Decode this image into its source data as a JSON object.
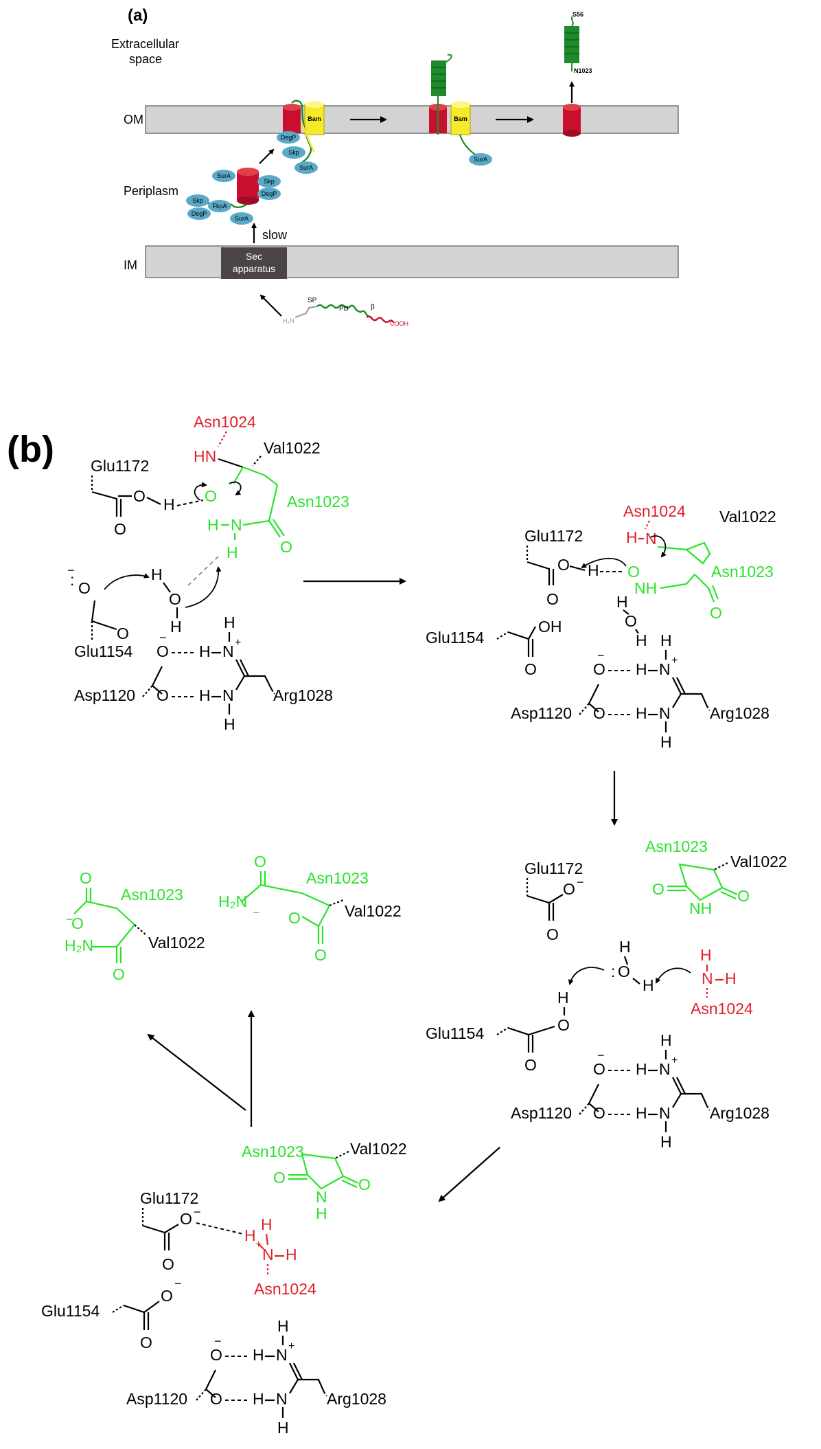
{
  "panel_a": {
    "label": "(a)",
    "regions": {
      "extracellular_line1": "Extracellular",
      "extracellular_line2": "space",
      "om": "OM",
      "periplasm": "Periplasm",
      "im": "IM"
    },
    "sec_line1": "Sec",
    "sec_line2": "apparatus",
    "slow": "slow",
    "chaperones": {
      "skp": "Skp",
      "degp": "DegP",
      "sura": "SurA",
      "fkpa": "FkpA",
      "bam": "Bam"
    },
    "protein": {
      "h2n": "H₂N",
      "sp": "SP",
      "pd": "PD",
      "beta": "β",
      "cooh": "COOH"
    },
    "s56": "S56",
    "n1023": "N1023"
  },
  "panel_b": {
    "label": "(b)",
    "residues": {
      "asn1024": "Asn1024",
      "asn1023": "Asn1023",
      "val1022": "Val1022",
      "glu1172": "Glu1172",
      "glu1154": "Glu1154",
      "asp1120": "Asp1120",
      "arg1028": "Arg1028"
    },
    "atoms": {
      "O": "O",
      "H": "H",
      "N": "N",
      "HN": "HN",
      "NH": "NH",
      "OH": "OH",
      "H2N": "H₂N",
      "minus": "−",
      "plus": "+"
    }
  },
  "colors": {
    "green": "#29e329",
    "red": "#e0202a",
    "membrane": "#d3d3d3",
    "barrel": "#c8102e",
    "bam": "#f5ea2a",
    "chaperone": "#5aa9c8",
    "sec": "#4a4444",
    "passenger": "#1f8a2a"
  }
}
